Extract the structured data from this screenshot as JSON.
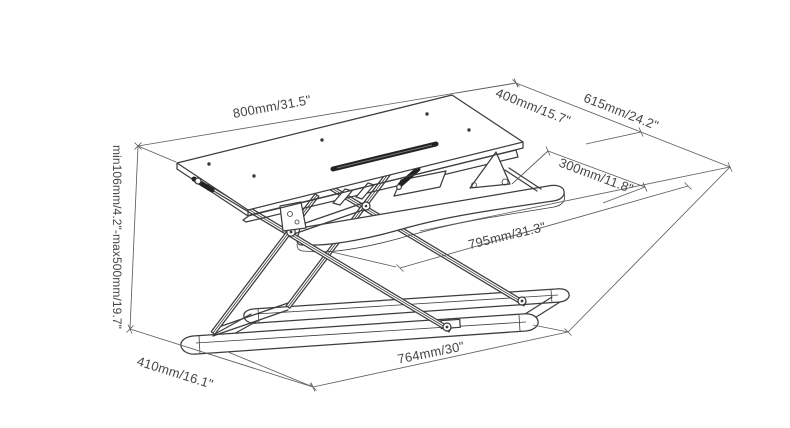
{
  "drawing": {
    "dimensions": {
      "desk_width": "800mm/31.5\"",
      "desk_depth": "400mm/15.7\"",
      "overall_depth": "615mm/24.2\"",
      "tray_depth": "300mm/11.8\"",
      "tray_width": "795mm/31.3\"",
      "base_width": "764mm/30\"",
      "base_depth": "410mm/16.1\"",
      "height_range": "min106mm/4.2\"-max500mm/19.7\""
    },
    "colors": {
      "background": "#ffffff",
      "line": "#3d3d3d",
      "dimension_line": "#5e5e5e",
      "text": "#454545",
      "slot": "#1e1e1e"
    }
  }
}
